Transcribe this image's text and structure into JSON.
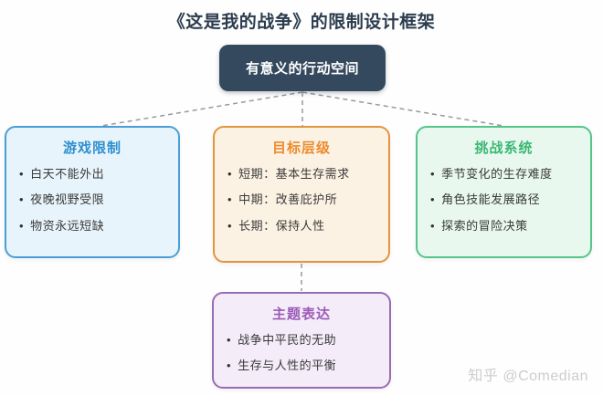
{
  "page": {
    "title": "《这是我的战争》的限制设计框架",
    "watermark": "知乎 @Comedian"
  },
  "glyphs": {
    "bullet": "•"
  },
  "colors": {
    "title_text": "#2c3c4e",
    "body_text": "#3a3a3a",
    "connector": "#97999c",
    "watermark_text": "#cdcdcd"
  },
  "root_node": {
    "label": "有意义的行动空间",
    "bg": "#35495e",
    "text_color": "#ffffff"
  },
  "boxes": [
    {
      "id": "game-limits",
      "title": "游戏限制",
      "accent": "#2e8fd0",
      "border": "#4a9ed6",
      "bg": "#e8f4fb",
      "items": [
        "白天不能外出",
        "夜晚视野受限",
        "物资永远短缺"
      ]
    },
    {
      "id": "goal-hierarchy",
      "title": "目标层级",
      "accent": "#ed8b2c",
      "border": "#e2953f",
      "bg": "#fcf2e4",
      "items": [
        "短期：基本生存需求",
        "中期：改善庇护所",
        "长期：保持人性"
      ]
    },
    {
      "id": "challenge-system",
      "title": "挑战系统",
      "accent": "#3bb873",
      "border": "#57c489",
      "bg": "#e8f8ef",
      "items": [
        "季节变化的生存难度",
        "角色技能发展路径",
        "探索的冒险决策"
      ]
    },
    {
      "id": "theme-expression",
      "title": "主题表达",
      "accent": "#9b59b6",
      "border": "#9a6cb4",
      "bg": "#f4ecf9",
      "items": [
        "战争中平民的无助",
        "生存与人性的平衡"
      ]
    }
  ]
}
